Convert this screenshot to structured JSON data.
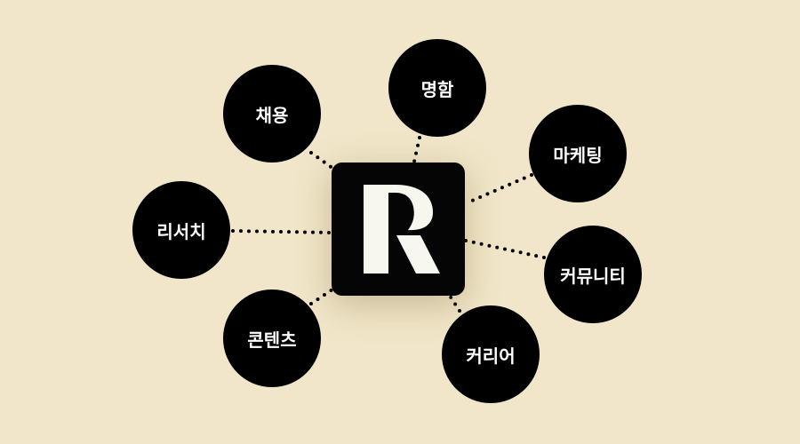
{
  "logo": {
    "letter": "R"
  },
  "nodes": [
    {
      "label": "채용"
    },
    {
      "label": "명함"
    },
    {
      "label": "마케팅"
    },
    {
      "label": "리서치"
    },
    {
      "label": "커뮤니티"
    },
    {
      "label": "콘텐츠"
    },
    {
      "label": "커리어"
    }
  ],
  "colors": {
    "background": "#f1e6c9",
    "node": "#000000",
    "logo_letter": "#f7f6ef"
  }
}
